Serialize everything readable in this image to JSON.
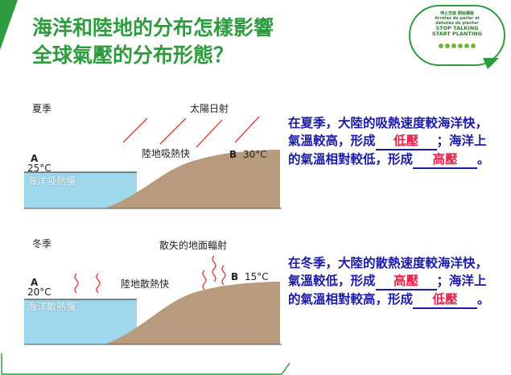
{
  "title": {
    "line1": "海洋和陸地的分布怎樣影響",
    "line2": "全球氣壓的分布形態？"
  },
  "logo": {
    "line1": "停止空談 開始種植",
    "line2": "Arrêtez de parler et",
    "line3": "débutez de planter",
    "line4": "STOP TALKING",
    "line5": "START PLANTING"
  },
  "summer": {
    "season": "夏季",
    "sun": "太陽日射",
    "land_absorb": "陸地吸熱快",
    "point_a": "A",
    "temp_a": "25°C",
    "sea_absorb": "海洋吸熱慢",
    "point_b": "B",
    "temp_b": "30°C",
    "text_1": "在夏季，大陸的吸熱速度較海洋快，氣溫較高，形成",
    "blank_1": "低壓",
    "text_2": "；海洋上的氣溫相對較低，形成",
    "blank_2": "高壓",
    "text_3": "。"
  },
  "winter": {
    "season": "冬季",
    "ground_rad": "散失的地面輻射",
    "land_release": "陸地散熱快",
    "point_a": "A",
    "temp_a": "20°C",
    "sea_release": "海洋散熱慢",
    "point_b": "B",
    "temp_b": "15°C",
    "text_1": "在冬季，大陸的散熱速度較海洋快，氣溫較低，形成",
    "blank_1": "高壓",
    "text_2": "；海洋上的氣溫相對較高，形成",
    "blank_2": "低壓",
    "text_3": "。"
  },
  "colors": {
    "title": "#2e9c3e",
    "body_text": "#1a1aa6",
    "answer": "#e8224a",
    "sea": "#9fd7ec",
    "land": "#b89a7c",
    "sun_ray": "#e0393e",
    "radiation": "#e0393e"
  }
}
